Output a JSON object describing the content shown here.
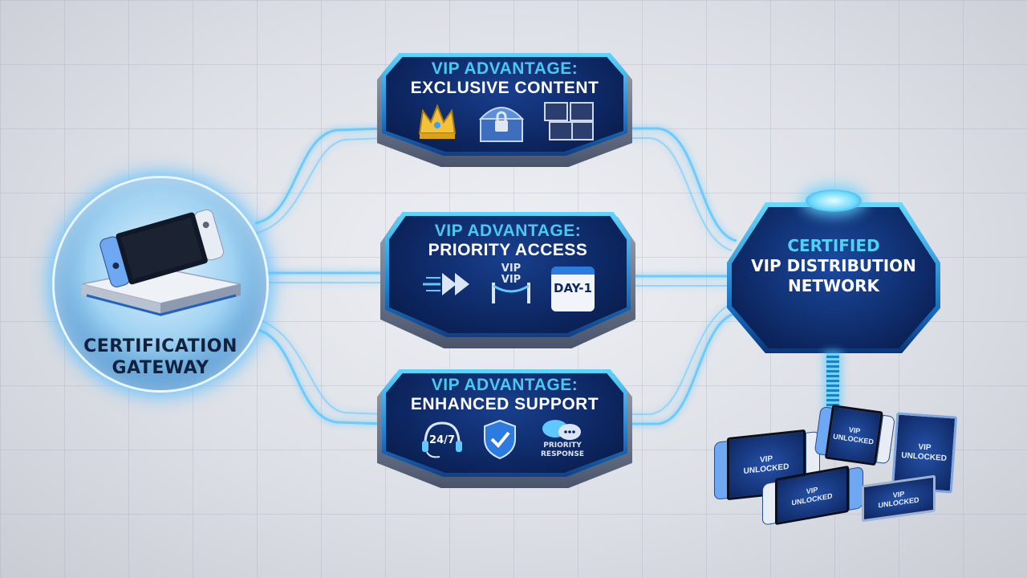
{
  "gateway": {
    "label_line1": "CERTIFICATION",
    "label_line2": "GATEWAY"
  },
  "panels": [
    {
      "title_line1": "VIP ADVANTAGE:",
      "title_line2": "EXCLUSIVE CONTENT",
      "icons": [
        "crown-icon",
        "locked-chest-icon",
        "exclusive-game-cards-icon"
      ]
    },
    {
      "title_line1": "VIP ADVANTAGE:",
      "title_line2": "PRIORITY ACCESS",
      "icons": [
        "fast-forward-arrows-icon",
        "vip-rope-barrier-icon",
        "calendar-icon"
      ],
      "vip_sign_line1": "VIP",
      "vip_sign_line2": "VIP",
      "calendar_label": "DAY-1"
    },
    {
      "title_line1": "VIP ADVANTAGE:",
      "title_line2": "ENHANCED SUPPORT",
      "icons": [
        "headset-icon",
        "shield-check-icon",
        "chat-bubbles-icon"
      ],
      "headset_label": "24/7",
      "chat_label_line1": "PRIORITY",
      "chat_label_line2": "RESPONSE"
    }
  ],
  "hub": {
    "label_line1": "CERTIFIED",
    "label_line2": "VIP DISTRIBUTION",
    "label_line3": "NETWORK"
  },
  "devices": [
    {
      "screen_line1": "VIP",
      "screen_line2": "UNLOCKED"
    },
    {
      "screen_line1": "VIP",
      "screen_line2": "UNLOCKED"
    },
    {
      "screen_line1": "VIP",
      "screen_line2": "UNLOCKED"
    },
    {
      "screen_line1": "VIP",
      "screen_line2": "UNLOCKED"
    },
    {
      "screen_line1": "VIP",
      "screen_line2": "UNLOCKED"
    }
  ],
  "colors": {
    "panel_navy": "#0d2762",
    "accent_cyan": "#49c9f2",
    "glow_blue": "#5ec8ff",
    "background": "#dde0e6"
  }
}
